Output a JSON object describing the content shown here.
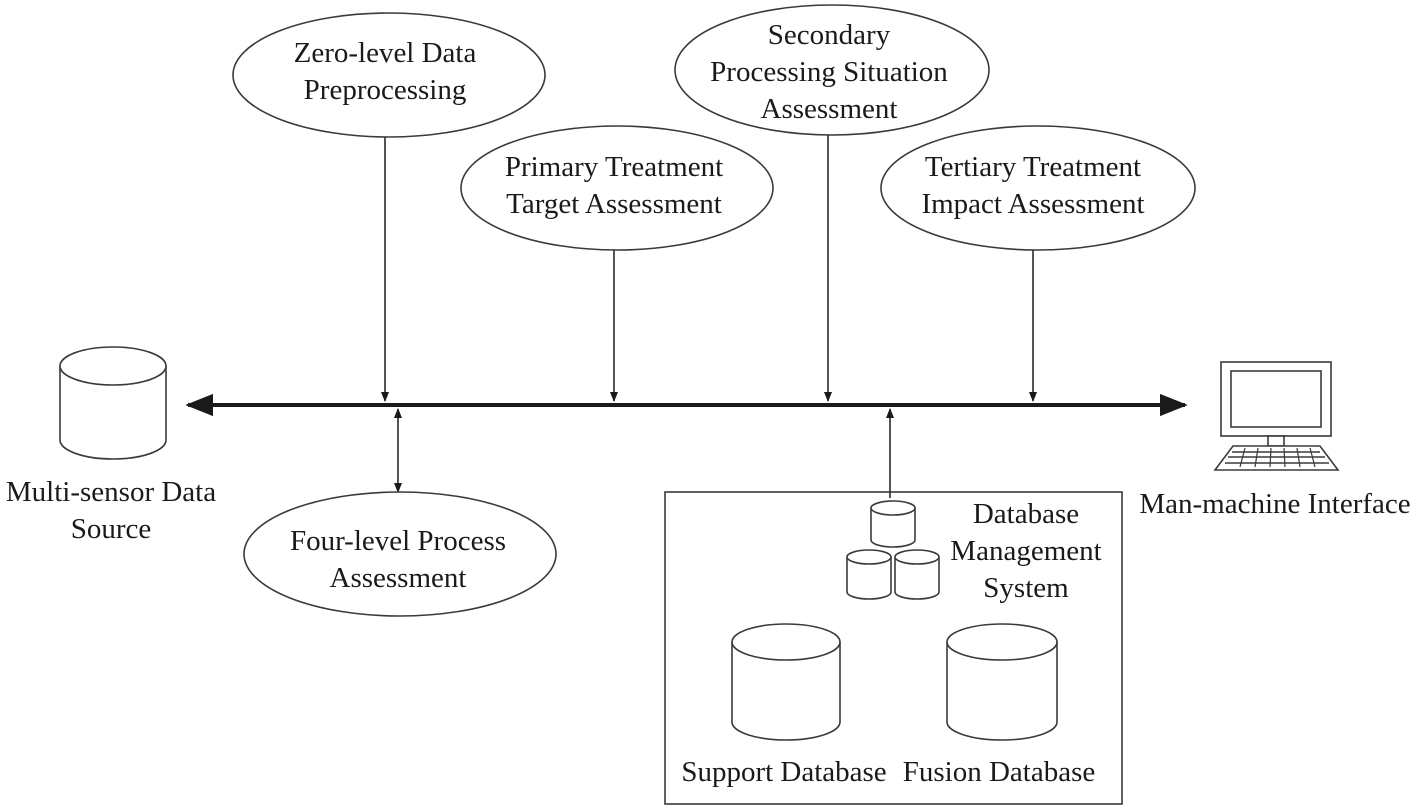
{
  "nodes": {
    "zero_level": [
      "Zero-level Data",
      "Preprocessing"
    ],
    "secondary": [
      "Secondary",
      "Processing Situation",
      "Assessment"
    ],
    "primary": [
      "Primary Treatment",
      "Target Assessment"
    ],
    "tertiary": [
      "Tertiary Treatment",
      "Impact Assessment"
    ],
    "four_level": [
      "Four-level Process",
      "Assessment"
    ],
    "sensor_source": [
      "Multi-sensor Data",
      "Source"
    ],
    "hmi": [
      "Man-machine Interface"
    ],
    "dbms": [
      "Database",
      "Management",
      "System"
    ],
    "support_db": [
      "Support Database"
    ],
    "fusion_db": [
      "Fusion Database"
    ]
  },
  "icons": {
    "sensor_source": "database-cylinder-icon",
    "hmi": "computer-terminal-icon",
    "dbms": "database-stack-icon",
    "support_db": "database-cylinder-icon",
    "fusion_db": "database-cylinder-icon"
  },
  "colors": {
    "line": "#1a1a1a",
    "shape_stroke": "#3a3a3a",
    "background": "#ffffff"
  }
}
